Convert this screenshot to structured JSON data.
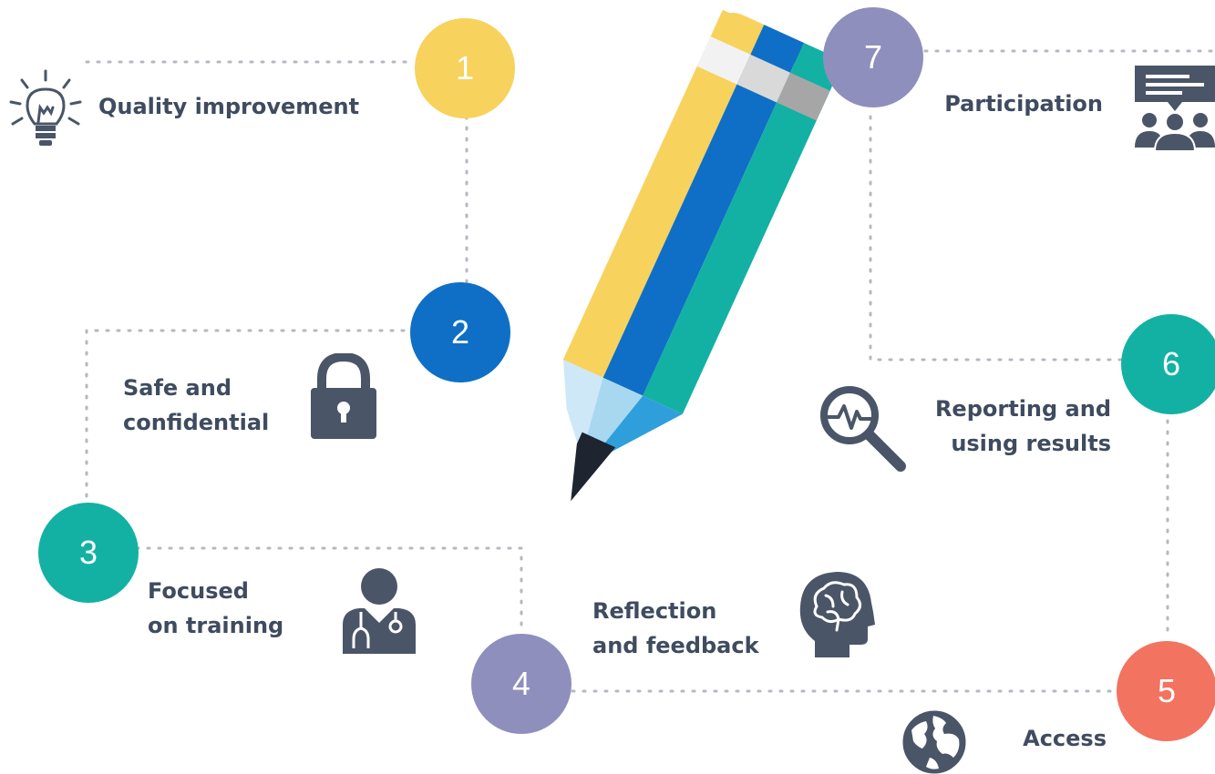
{
  "colors": {
    "yellow": "#f7d25d",
    "blue": "#0f6fc6",
    "teal": "#13b1a3",
    "lavender": "#8f8fbd",
    "coral": "#f27360",
    "icon": "#4a5568",
    "dots": "#b4b8c0"
  },
  "steps": [
    {
      "number": "1",
      "label_lines": [
        "Quality improvement"
      ],
      "icon": "lightbulb-icon"
    },
    {
      "number": "2",
      "label_lines": [
        "Safe and",
        "confidential"
      ],
      "icon": "padlock-icon"
    },
    {
      "number": "3",
      "label_lines": [
        "Focused",
        "on training"
      ],
      "icon": "doctor-icon"
    },
    {
      "number": "4",
      "label_lines": [
        "Reflection",
        "and feedback"
      ],
      "icon": "brain-head-icon"
    },
    {
      "number": "5",
      "label_lines": [
        "Access"
      ],
      "icon": "globe-icon"
    },
    {
      "number": "6",
      "label_lines": [
        "Reporting and",
        "using results"
      ],
      "icon": "magnifier-pulse-icon"
    },
    {
      "number": "7",
      "label_lines": [
        "Participation"
      ],
      "icon": "presentation-group-icon"
    }
  ],
  "decoration": "pencil-icon"
}
